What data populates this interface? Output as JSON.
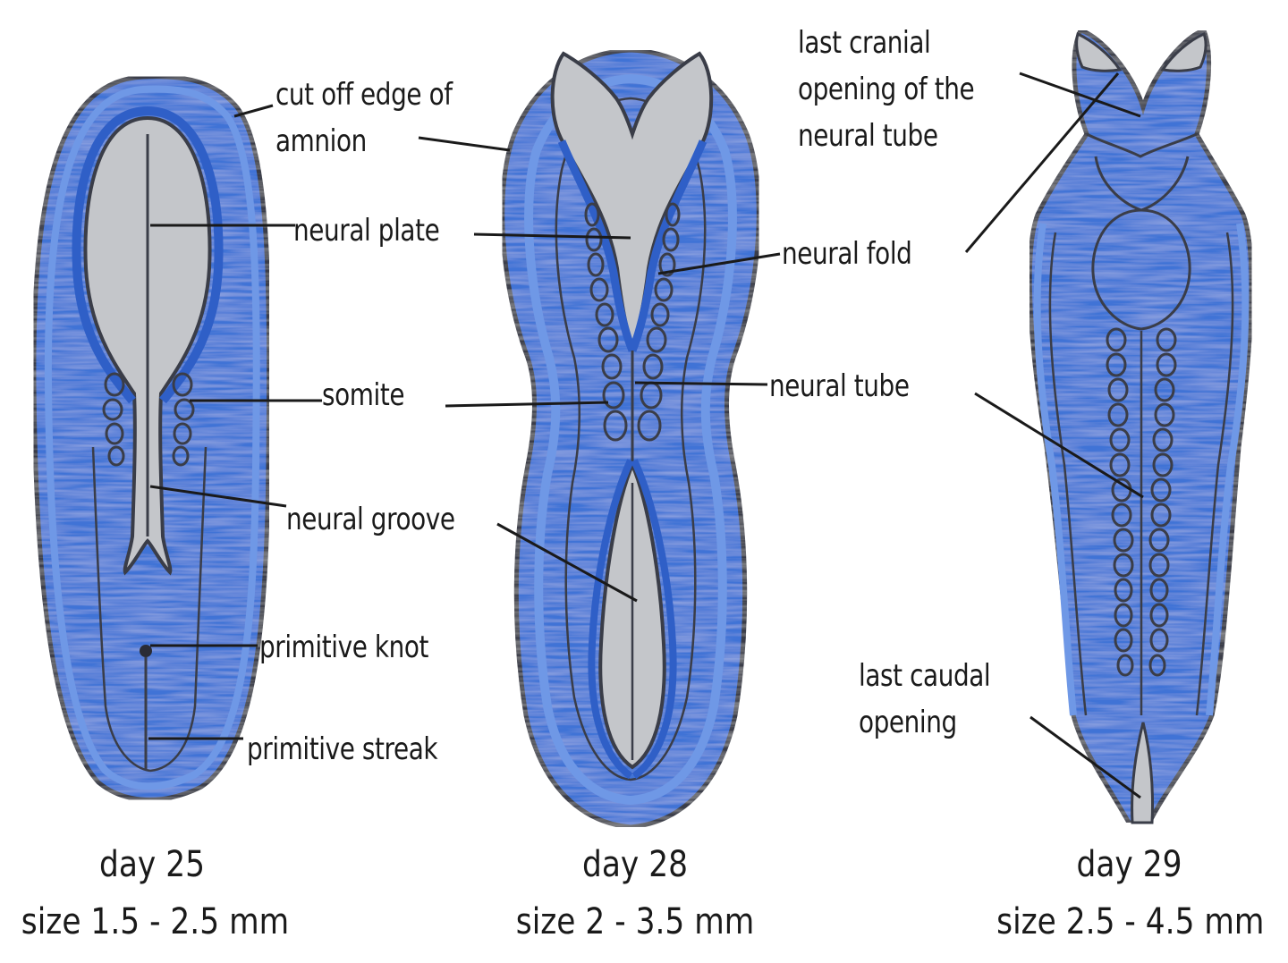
{
  "labels": {
    "amnion": [
      "cut off edge of",
      "amnion"
    ],
    "neural_plate": "neural plate",
    "somite": "somite",
    "neural_groove": "neural groove",
    "primitive_knot": "primitive knot",
    "primitive_streak": "primitive streak",
    "neural_fold": "neural fold",
    "neural_tube": "neural tube",
    "cranial_opening": [
      "last cranial",
      "opening of the",
      "neural tube"
    ],
    "caudal_opening": [
      "last caudal",
      "opening"
    ]
  },
  "captions": [
    {
      "day": "day 25",
      "size": "size 1.5 - 2.5 mm"
    },
    {
      "day": "day 28",
      "size": "size 2 - 3.5 mm"
    },
    {
      "day": "day 29",
      "size": "size 2.5 - 4.5 mm"
    }
  ],
  "colors": {
    "embryo_fill": "#3f73d6",
    "embryo_light": "#6f98e6",
    "embryo_dark": "#2f5fc7",
    "neural_plate_fill": "#c4c6ca",
    "outline": "#3a3d48",
    "leader": "#1a1a1a"
  }
}
